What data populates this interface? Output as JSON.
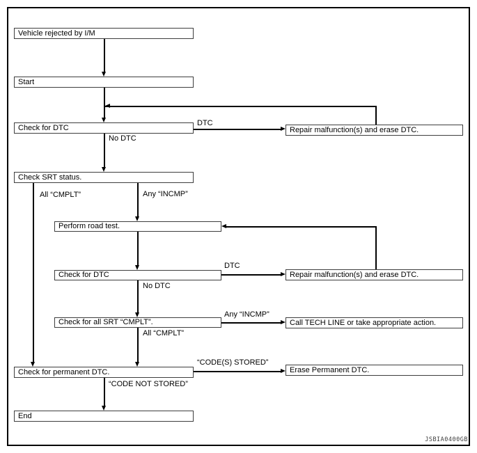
{
  "diagram": {
    "figure_code": "JSBIA0400GB",
    "colors": {
      "background": "#ffffff",
      "frame_border": "#000000",
      "box_border": "#3d3d3d",
      "connector_line": "#000000",
      "text": "#000000",
      "figure_code_text": "#3c3c3c"
    },
    "boxes": {
      "vehicle_rejected": "Vehicle rejected by I/M",
      "start": "Start",
      "check_dtc_1": "Check for DTC",
      "check_srt_status": "Check SRT status.",
      "perform_road_test": "Perform road test.",
      "check_dtc_2": "Check for DTC",
      "check_all_srt_cmplt": "Check for all SRT “CMPLT”.",
      "check_permanent_dtc": "Check for permanent DTC.",
      "end": "End",
      "repair_erase_dtc_1": "Repair malfunction(s) and erase DTC.",
      "repair_erase_dtc_2": "Repair malfunction(s) and erase DTC.",
      "call_tech_line": "Call TECH LINE or take appropriate action.",
      "erase_permanent_dtc": "Erase Permanent DTC."
    },
    "edge_labels": {
      "dtc_1": "DTC",
      "no_dtc_1": "No DTC",
      "all_cmplt_1": "All “CMPLT”",
      "any_incmp_1": "Any “INCMP”",
      "dtc_2": "DTC",
      "no_dtc_2": "No DTC",
      "any_incmp_2": "Any “INCMP”",
      "all_cmplt_2": "All “CMPLT”",
      "codes_stored": "“CODE(S) STORED”",
      "code_not_stored": "“CODE NOT STORED”"
    }
  }
}
